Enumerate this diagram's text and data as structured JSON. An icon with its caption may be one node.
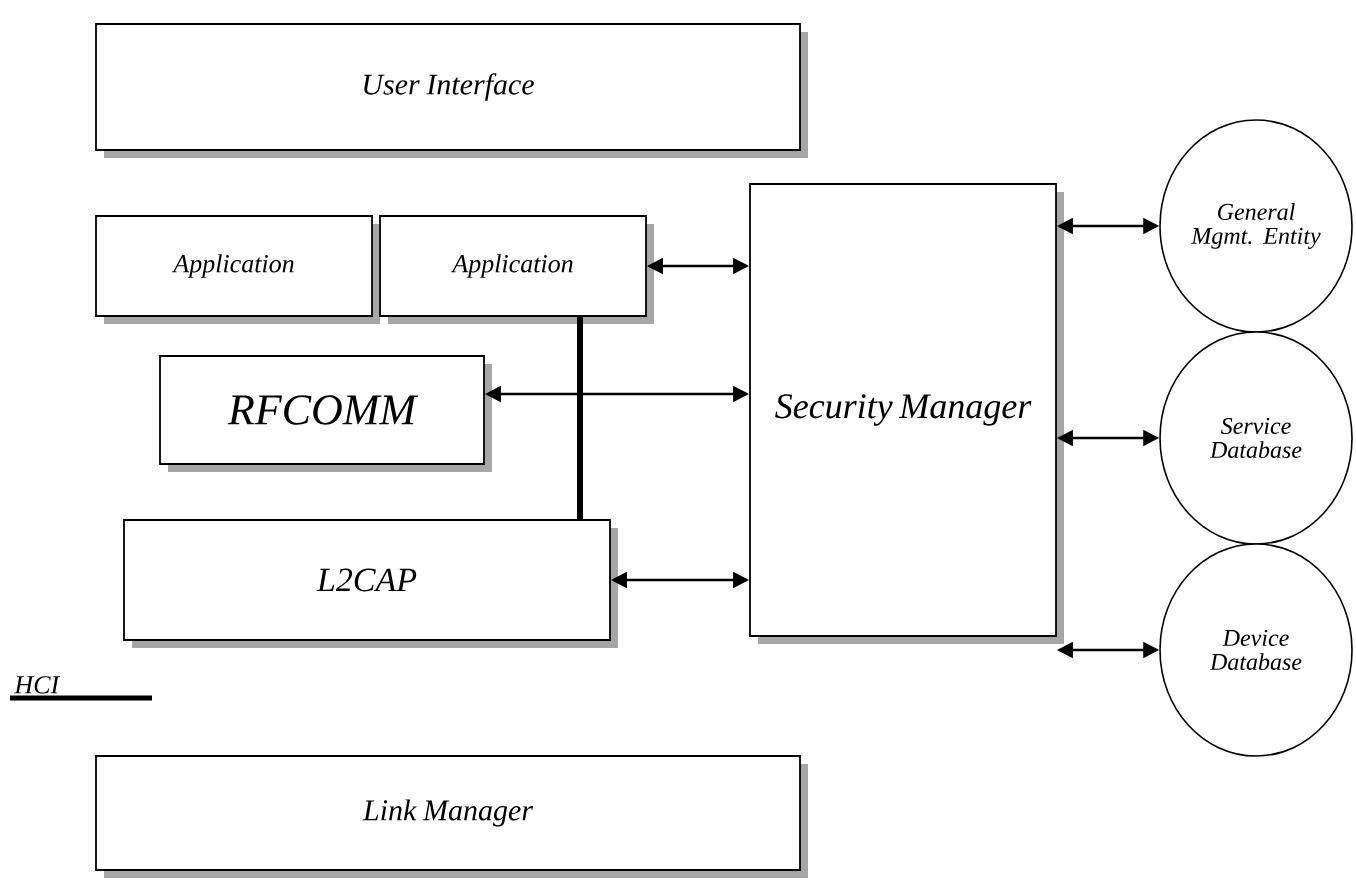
{
  "diagram": {
    "nodes": [
      {
        "text": [
          "User Interface"
        ]
      },
      {
        "text": [
          "Application"
        ]
      },
      {
        "text": [
          "Application"
        ]
      },
      {
        "text": [
          "Security Manager"
        ]
      },
      {
        "text": [
          "General Mgmt. Entity"
        ]
      },
      {
        "text": [
          "RFCOMM"
        ]
      },
      {
        "text": [
          "Service Database"
        ]
      },
      {
        "text": [
          "L2CAP"
        ]
      },
      {
        "text": [
          "Device Database"
        ]
      },
      {
        "text": [
          "Link Manager"
        ]
      }
    ],
    "edges": [
      {
        "from": 2,
        "to": 3,
        "arrow": "both"
      },
      {
        "from": 5,
        "to": 3,
        "arrow": "both"
      },
      {
        "from": 7,
        "to": 3,
        "arrow": "both"
      },
      {
        "from": 3,
        "to": 4,
        "arrow": "both"
      },
      {
        "from": 3,
        "to": 6,
        "arrow": "both"
      },
      {
        "from": 3,
        "to": 8,
        "arrow": "both"
      },
      {
        "from": 2,
        "to": 7,
        "arrow": "none",
        "style": "thick"
      }
    ],
    "labels": [
      "HCI"
    ]
  }
}
